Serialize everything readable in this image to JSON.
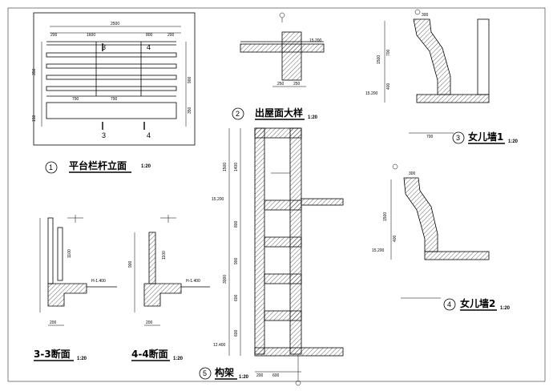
{
  "drawings": {
    "d1": {
      "num": "1",
      "title": "平台栏杆立面",
      "scale": "1:20",
      "dims": {
        "total": "2500",
        "left": "1600",
        "right": "800",
        "d200": "200",
        "d790a": "790",
        "d790b": "790",
        "h900": "900",
        "h350": "350",
        "h150": "150"
      },
      "sections": {
        "s3": "3",
        "s4": "4"
      }
    },
    "d2": {
      "num": "2",
      "title": "出屋面大样",
      "scale": "1:20",
      "dims": {
        "elev": "15.200",
        "d250a": "250",
        "d250b": "250"
      }
    },
    "d3": {
      "num": "3",
      "title": "女儿墙1",
      "scale": "1:20",
      "dims": {
        "top": "300",
        "h1500": "1500",
        "h700": "700",
        "h400": "400",
        "elev": "15.200",
        "bottom": "700"
      }
    },
    "d4": {
      "num": "4",
      "title": "女儿墙2",
      "scale": "1:20",
      "dims": {
        "top": "300",
        "h1500": "1500",
        "h400": "400",
        "elev": "15.200"
      }
    },
    "d5": {
      "num": "5",
      "title": "构架",
      "scale": "1:20",
      "dims": {
        "h1500": "1500",
        "h1400": "1400",
        "elev_top": "15.200",
        "h800": "800",
        "h3000": "3000",
        "h900": "900",
        "h600a": "600",
        "h600b": "600",
        "elev_bottom": "12.400",
        "w200": "200",
        "w600": "600"
      }
    },
    "s33": {
      "title": "3-3断面",
      "scale": "1:20",
      "dims": {
        "h1100": "1100",
        "elev": "H-1.400",
        "w200": "200"
      }
    },
    "s44": {
      "title": "4-4断面",
      "scale": "1:20",
      "dims": {
        "h900": "900",
        "h1100": "1100",
        "elev": "H-1.400",
        "w200": "200"
      }
    }
  }
}
